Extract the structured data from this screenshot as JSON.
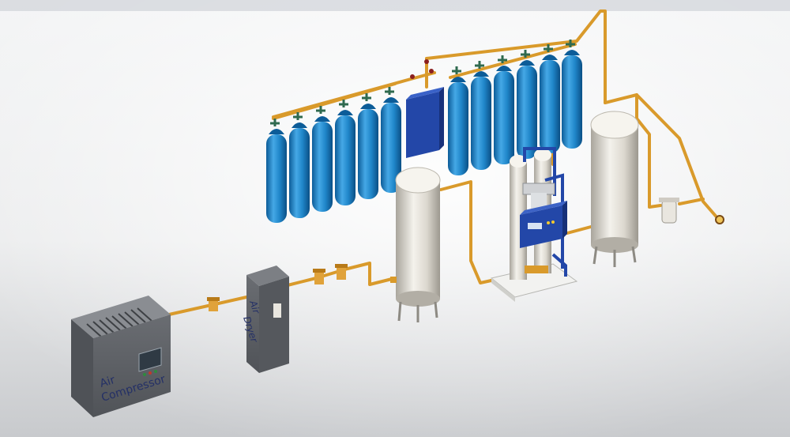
{
  "equipment": {
    "air_compressor": {
      "label_line1": "Air",
      "label_line2": "Compressor"
    },
    "air_dryer": {
      "label_line1": "Air",
      "label_line2": "Dryer"
    }
  },
  "cylinders": {
    "left_bank_count": 6,
    "right_bank_count": 6
  },
  "colors": {
    "pipe": "#d99a2b",
    "cylinder_blue": "#1f86c9",
    "tank_white": "#e9e6df",
    "panel_blue": "#2347a8",
    "cabinet_gray": "#5d6066",
    "valve_green": "#2f6a4f",
    "background_top": "#e5e6e8",
    "background_bottom": "#c7c9cc"
  }
}
